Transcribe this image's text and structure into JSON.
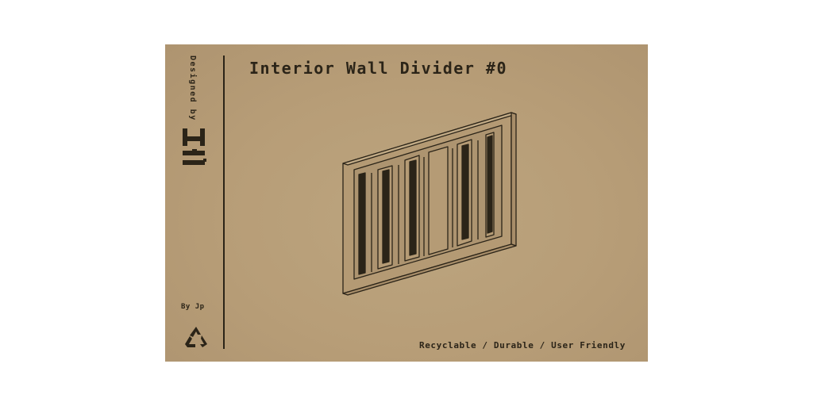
{
  "product": {
    "title": "Interior Wall Divider #0",
    "tagline": "Recyclable / Durable / User Friendly"
  },
  "brand": {
    "designed_by": "Designed by",
    "logo_text": "Yii",
    "byline": "By Jp",
    "logo_icon": "brand-logo",
    "recycle_icon": "recycle-icon"
  },
  "colors": {
    "background": "#b79d77",
    "ink": "#2b2418"
  }
}
